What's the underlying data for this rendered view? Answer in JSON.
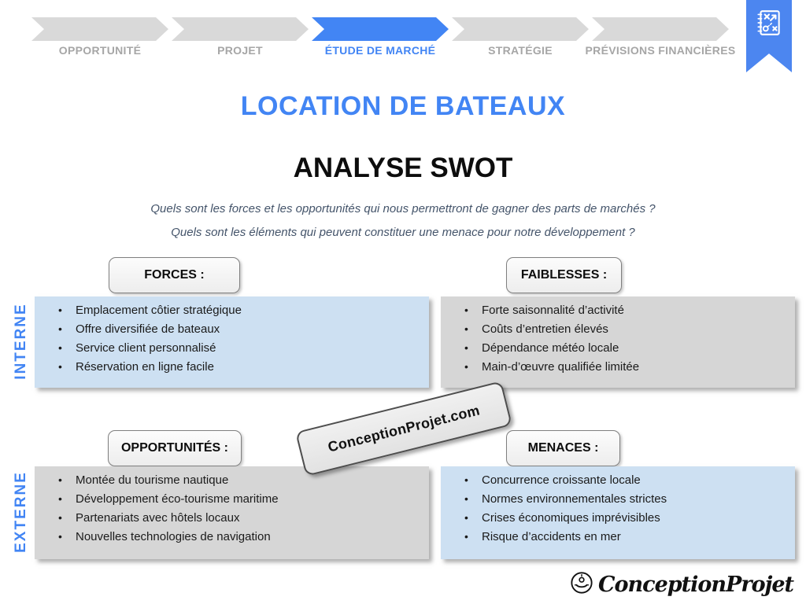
{
  "chevron_bar": {
    "steps": [
      {
        "label": "OPPORTUNITÉ",
        "active": false
      },
      {
        "label": "PROJET",
        "active": false
      },
      {
        "label": "ÉTUDE DE MARCHÉ",
        "active": true
      },
      {
        "label": "STRATÉGIE",
        "active": false
      },
      {
        "label": "PRÉVISIONS FINANCIÈRES",
        "active": false
      }
    ]
  },
  "titles": {
    "main": "LOCATION DE BATEAUX",
    "subtitle": "ANALYSE SWOT"
  },
  "questions": [
    "Quels sont les forces et les opportunités qui nous permettront de gagner des parts de marchés ?",
    "Quels sont les éléments qui peuvent constituer une menace pour notre développement ?"
  ],
  "axis_labels": {
    "internal": "INTERNE",
    "external": "EXTERNE"
  },
  "quadrants": [
    {
      "header": "FORCES :",
      "variant": "blue",
      "items": [
        "Emplacement côtier stratégique",
        "Offre diversifiée de bateaux",
        "Service client personnalisé",
        "Réservation en ligne facile"
      ]
    },
    {
      "header": "FAIBLESSES :",
      "variant": "gray",
      "items": [
        "Forte saisonnalité d’activité",
        "Coûts d’entretien élevés",
        "Dépendance météo locale",
        "Main-d’œuvre qualifiée limitée"
      ]
    },
    {
      "header": "OPPORTUNITÉS :",
      "variant": "gray",
      "items": [
        "Montée du tourisme nautique",
        "Développement éco-tourisme maritime",
        "Partenariats avec hôtels locaux",
        "Nouvelles technologies de navigation"
      ]
    },
    {
      "header": "MENACES :",
      "variant": "blue",
      "items": [
        "Concurrence croissante locale",
        "Normes environnementales strictes",
        "Crises économiques imprévisibles",
        "Risque d’accidents en mer"
      ]
    }
  ],
  "watermark_text": "ConceptionProjet.com",
  "footer": {
    "logo_text": "ConceptionProjet"
  },
  "icons": {
    "bookmark": "strategy-tactics-icon",
    "footer": "hand-idea-logo-icon"
  },
  "colors": {
    "accent_blue": "#4285F4",
    "chevron_gray": "#D9D9D9",
    "chevron_label_gray": "#A6A6A6",
    "box_blue": "#CDE0F2",
    "box_gray": "#D6D6D6",
    "question_text": "#44546A"
  }
}
